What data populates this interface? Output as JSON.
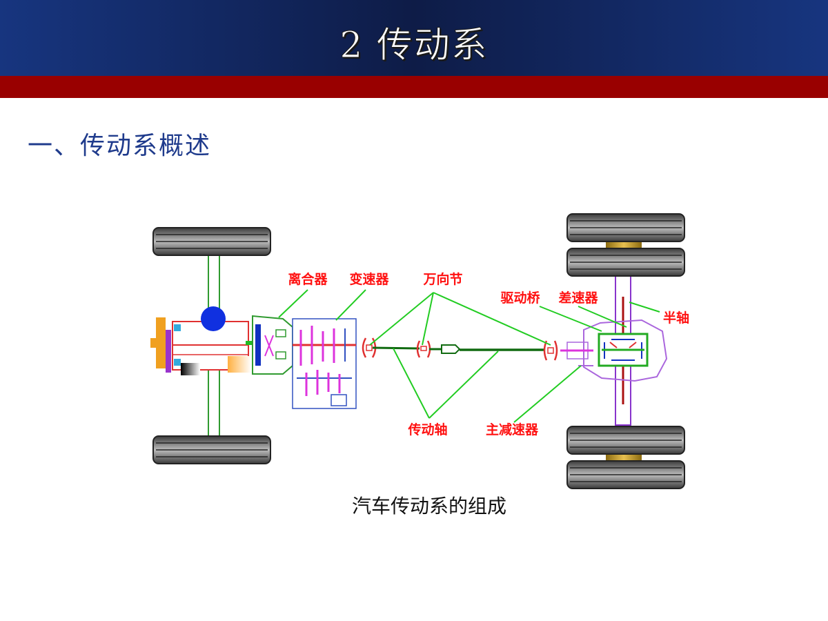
{
  "header": {
    "title": "2  传动系"
  },
  "section": {
    "title": "一、传动系概述"
  },
  "diagram": {
    "labels": {
      "clutch": "离合器",
      "gearbox": "变速器",
      "universal_joint": "万向节",
      "drive_axle": "驱动桥",
      "differential": "差速器",
      "half_shaft": "半轴",
      "drive_shaft": "传动轴",
      "final_drive": "主减速器"
    },
    "caption": "汽车传动系的组成"
  },
  "colors": {
    "header_blue": "#17357f",
    "band_red": "#990000",
    "subtitle_blue": "#1f3b8c",
    "label_red": "#ff1010",
    "leader_green": "#22cc22"
  }
}
